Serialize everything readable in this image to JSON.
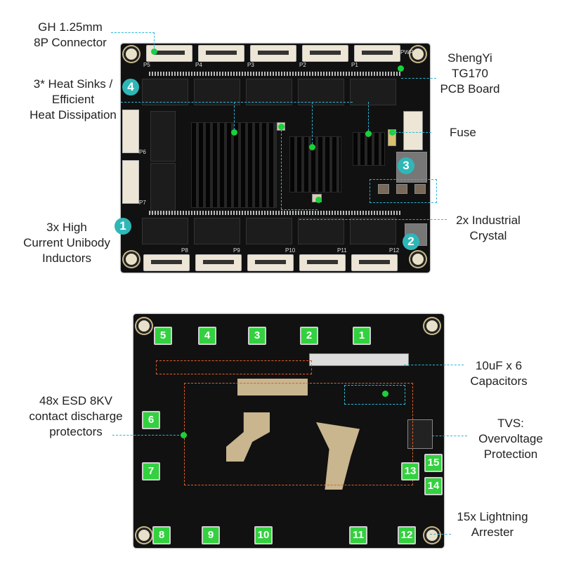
{
  "top_board": {
    "ports_top": [
      "P5",
      "P4",
      "P3",
      "P2",
      "P1"
    ],
    "ports_bottom": [
      "P8",
      "P9",
      "P10",
      "P11",
      "P12"
    ],
    "ports_side": [
      "P6",
      "P7"
    ],
    "pwr": "PWR",
    "inductor_markers": [
      "4",
      "1",
      "3",
      "2"
    ]
  },
  "bottom_board": {
    "arrester_markers": [
      "5",
      "4",
      "3",
      "2",
      "1",
      "6",
      "7",
      "13",
      "15",
      "14",
      "8",
      "9",
      "10",
      "11",
      "12"
    ]
  },
  "labels": {
    "connector": [
      "GH 1.25mm",
      "8P Connector"
    ],
    "heatsinks": [
      "3* Heat Sinks /",
      "Efficient",
      "Heat Dissipation"
    ],
    "inductors": [
      "3x High",
      "Current Unibody",
      "Inductors"
    ],
    "pcb": [
      "ShengYi",
      "TG170",
      "PCB Board"
    ],
    "fuse": "Fuse",
    "crystal": [
      "2x Industrial",
      "Crystal"
    ],
    "capacitors": [
      "10uF x 6",
      "Capacitors"
    ],
    "esd": [
      "48x ESD 8KV",
      "contact discharge",
      "protectors"
    ],
    "tvs": [
      "TVS:",
      "Overvoltage",
      "Protection"
    ],
    "arrester": [
      "15x Lightning",
      "Arrester"
    ]
  },
  "colors": {
    "marker_teal": "#2fb7b7",
    "marker_green": "#33d13f",
    "leader": "#2bb7d6",
    "esd_outline": "#e0602a"
  }
}
